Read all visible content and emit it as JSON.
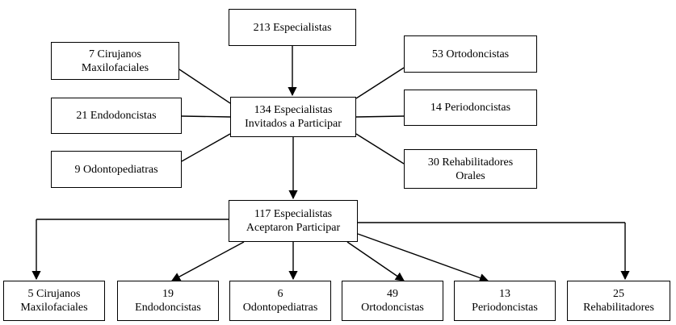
{
  "nodes": {
    "total": "213 Especialistas",
    "cirujanos_inv": "7 Cirujanos\nMaxilofaciales",
    "endodoncistas_inv": "21 Endodoncistas",
    "odontopediatras_inv": "9 Odontopediatras",
    "invitados": "134 Especialistas\nInvitados a Participar",
    "ortodoncistas_inv": "53 Ortodoncistas",
    "periodoncistas_inv": "14 Periodoncistas",
    "rehabilitadores_inv": "30 Rehabilitadores\nOrales",
    "aceptaron": "117 Especialistas\nAceptaron Participar",
    "cirujanos_acc": "5 Cirujanos\nMaxilofaciales",
    "endodoncistas_acc": "19\nEndodoncistas",
    "odontopediatras_acc": "6\nOdontopediatras",
    "ortodoncistas_acc": "49\nOrtodoncistas",
    "periodoncistas_acc": "13\nPeriodoncistas",
    "rehabilitadores_acc": "25\nRehabilitadores"
  }
}
